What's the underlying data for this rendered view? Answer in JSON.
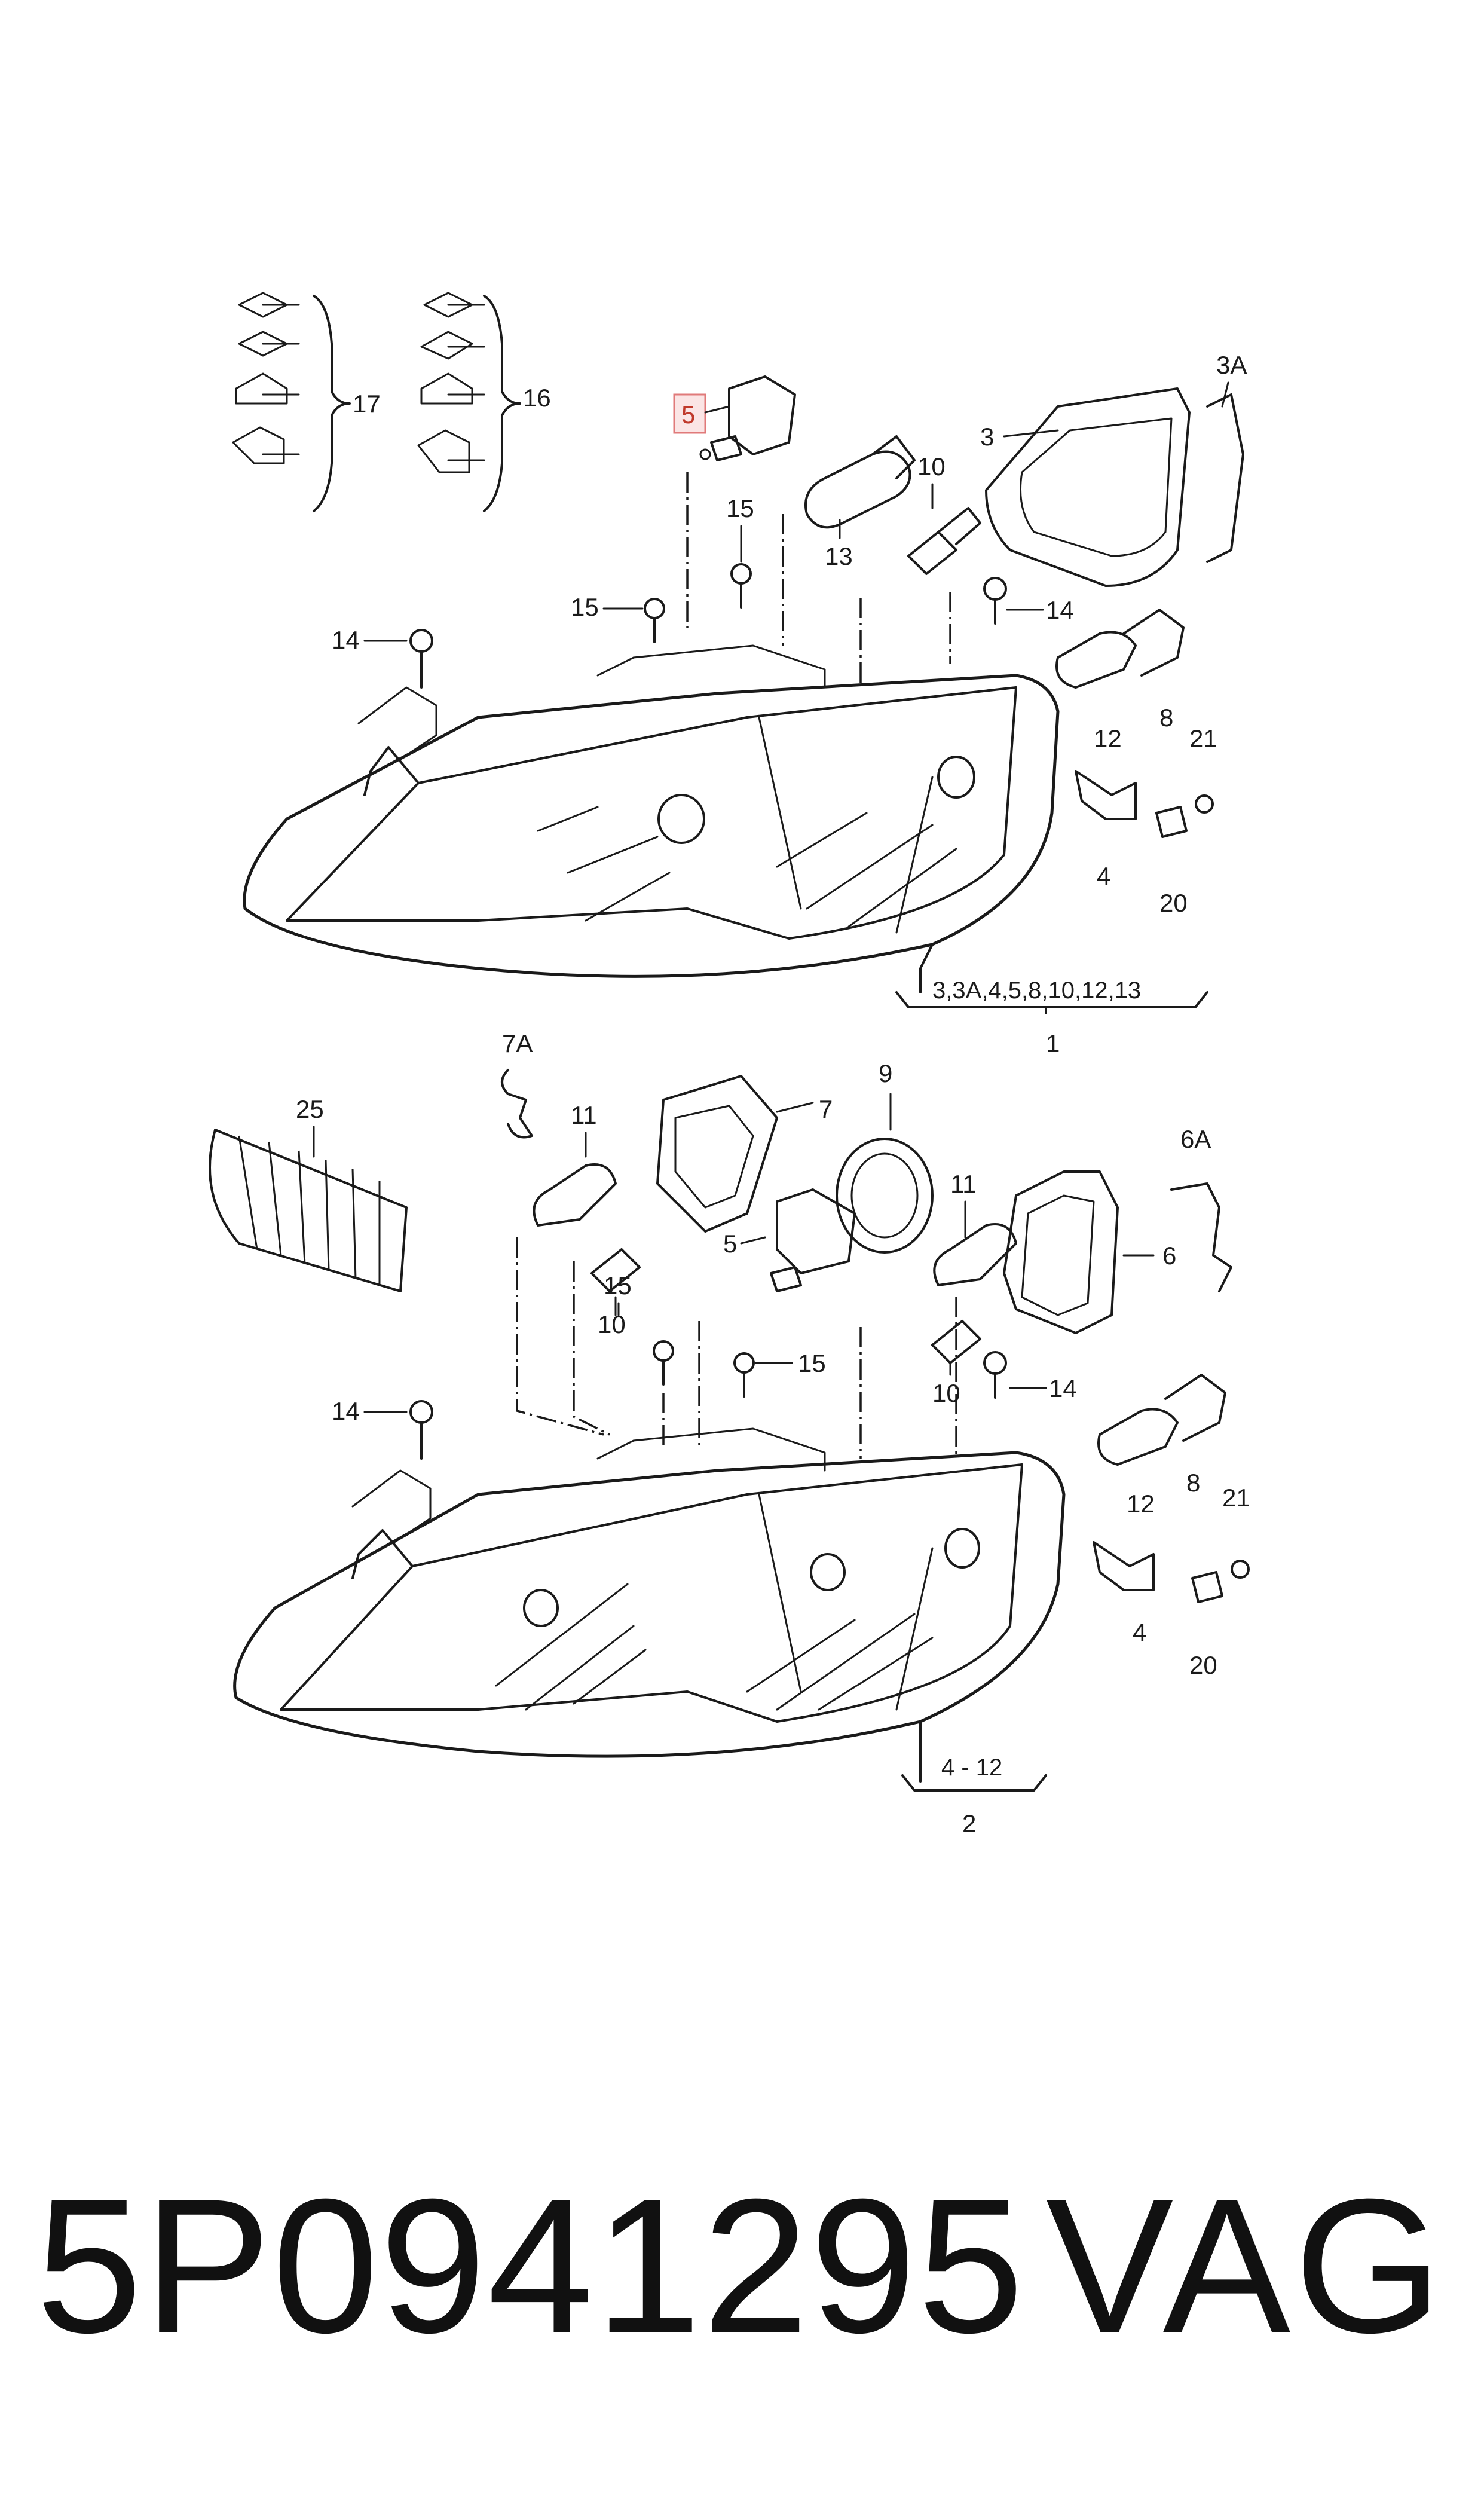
{
  "highlight_color": "#e07a7a",
  "highlight_fill": "#fbe5e5",
  "highlighted_label": "5",
  "upper_assembly": {
    "labels": [
      "17",
      "16",
      "3A",
      "3",
      "10",
      "13",
      "15",
      "15",
      "14",
      "14",
      "12",
      "8",
      "21",
      "4",
      "20"
    ],
    "kit_contents": "3,3A,4,5,8,10,12,13",
    "assembly_number": "1"
  },
  "lower_assembly": {
    "labels": [
      "7A",
      "25",
      "11",
      "7",
      "9",
      "6A",
      "5",
      "11",
      "6",
      "10",
      "15",
      "15",
      "10",
      "14",
      "14",
      "12",
      "8",
      "21",
      "4",
      "20"
    ],
    "kit_contents": "4 - 12",
    "assembly_number": "2"
  },
  "footer": {
    "part_number": "5P0941295",
    "brand": "VAG"
  }
}
